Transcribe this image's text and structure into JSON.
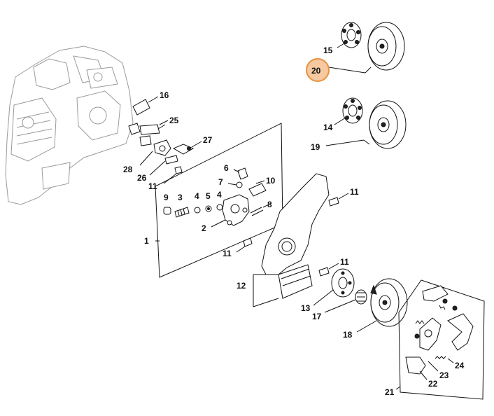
{
  "diagram": {
    "labels": {
      "p1": "1",
      "p2": "2",
      "p3": "3",
      "p4": "4",
      "p5": "5",
      "p6": "6",
      "p7": "7",
      "p8": "8",
      "p9": "9",
      "p10": "10",
      "p11a": "11",
      "p11b": "11",
      "p11c": "11",
      "p11d": "11",
      "p12": "12",
      "p13": "13",
      "p14": "14",
      "p15": "15",
      "p16": "16",
      "p17": "17",
      "p18": "18",
      "p19": "19",
      "p20": "20",
      "p21": "21",
      "p22": "22",
      "p23": "23",
      "p24": "24",
      "p25": "25",
      "p26": "26",
      "p27": "27",
      "p28": "28"
    },
    "highlight": {
      "part": "20",
      "color": "#e8913f"
    }
  }
}
